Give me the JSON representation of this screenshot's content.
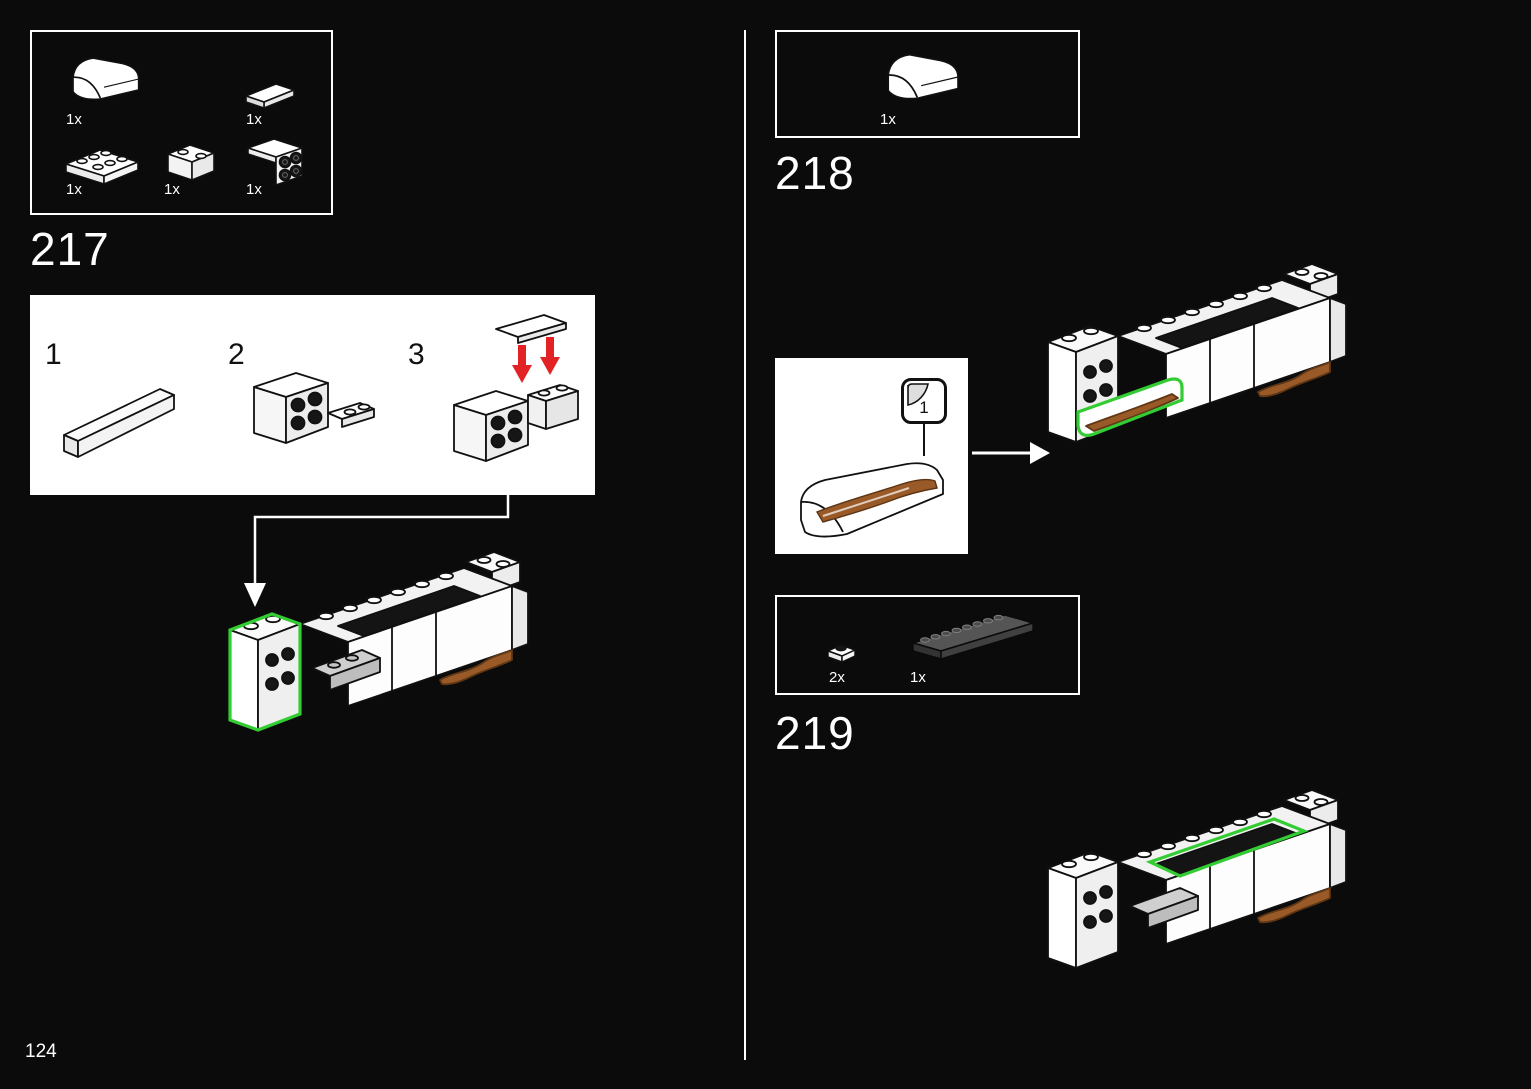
{
  "page": {
    "number": "124"
  },
  "colors": {
    "background": "#0b0b0b",
    "box_border": "#ffffff",
    "highlight_green": "#33cc33",
    "arrow_red": "#e32226",
    "dirt_brown": "#9a5a28",
    "dark_plate": "#4a4a4a"
  },
  "step217": {
    "label": "217",
    "parts": [
      {
        "piece": "curved-slope-2x2",
        "count": "1x"
      },
      {
        "piece": "tile-1x2",
        "count": "1x"
      },
      {
        "piece": "plate-2x3",
        "count": "1x"
      },
      {
        "piece": "brick-1x2",
        "count": "1x"
      },
      {
        "piece": "bracket-2x2-inverted",
        "count": "1x"
      }
    ],
    "substeps": [
      {
        "label": "1"
      },
      {
        "label": "2"
      },
      {
        "label": "3"
      }
    ]
  },
  "step218": {
    "label": "218",
    "parts": [
      {
        "piece": "curved-slope-2x2-printed",
        "count": "1x"
      }
    ],
    "callout_scale_label": "1"
  },
  "step219": {
    "label": "219",
    "parts": [
      {
        "piece": "plate-1x1",
        "count": "2x"
      },
      {
        "piece": "plate-1x8-dark",
        "count": "1x"
      }
    ]
  }
}
